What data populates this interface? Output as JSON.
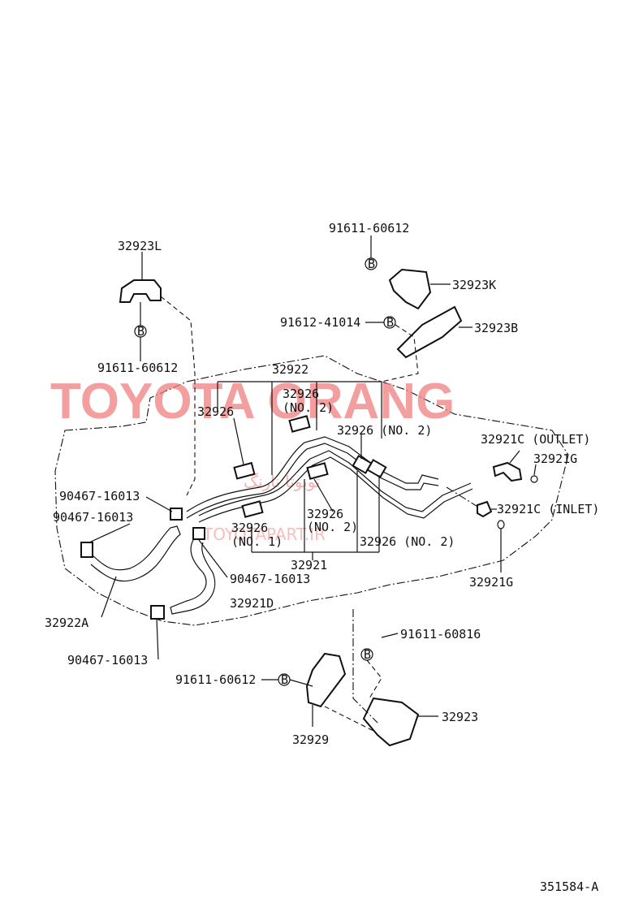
{
  "watermark": {
    "text": "TOYOTA ORANG",
    "subtext": "TOYOTAPART.IR",
    "persian": "تویوتا نارنگ",
    "color": "#f08080"
  },
  "labels": {
    "p32923L": "32923L",
    "p91611_60612_top": "91611-60612",
    "p32923K": "32923K",
    "p91612_41014": "91612-41014",
    "p32923B": "32923B",
    "p91611_60612_left": "91611-60612",
    "p32922": "32922",
    "p32926_a": "32926",
    "p32926_no2_top": "32926",
    "no2_top": "(NO. 2)",
    "p32926_no2_right": "32926 (NO. 2)",
    "p32921C_outlet": "32921C (OUTLET)",
    "p32921G_top": "32921G",
    "p90467_a": "90467-16013",
    "p90467_b": "90467-16013",
    "p32926_no1": "32926",
    "no1": "(NO. 1)",
    "p32926_no2_mid": "32926",
    "no2_mid": "(NO. 2)",
    "p32926_no2_low": "32926 (NO. 2)",
    "p32921C_inlet": "32921C (INLET)",
    "p32921": "32921",
    "p90467_c": "90467-16013",
    "p32921G_bottom": "32921G",
    "p32922A": "32922A",
    "p32921D": "32921D",
    "p91611_60816": "91611-60816",
    "p90467_d": "90467-16013",
    "p91611_60612_bottom": "91611-60612",
    "p32923": "32923",
    "p32929": "32929",
    "diagram_id": "351584-A"
  },
  "bolt_marker": "B"
}
